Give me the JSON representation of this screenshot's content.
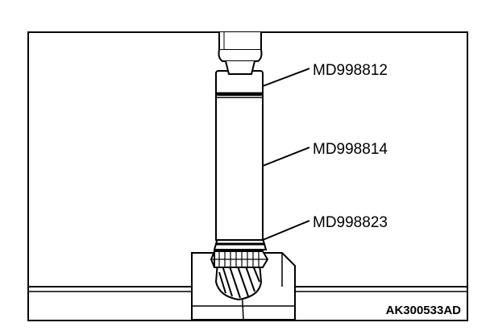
{
  "diagram": {
    "callouts": [
      {
        "id": "md998812",
        "label": "MD998812"
      },
      {
        "id": "md998814",
        "label": "MD998814"
      },
      {
        "id": "md998823",
        "label": "MD998823"
      }
    ],
    "figure_id": "AK300533AD"
  }
}
